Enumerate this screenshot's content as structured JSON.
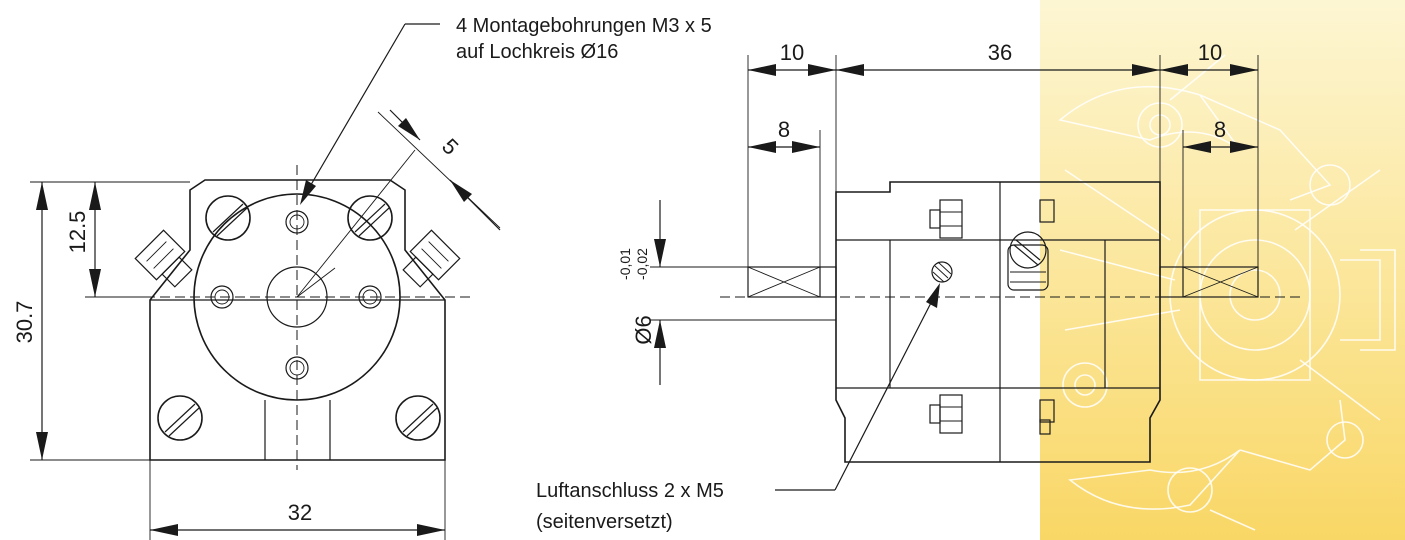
{
  "callouts": {
    "mounting_line1": "4 Montagebohrungen M3 x 5",
    "mounting_line2": "auf Lochkreis Ø16",
    "air_line1": "Luftanschluss 2 x M5",
    "air_line2": "(seitenversetzt)"
  },
  "front_view": {
    "height_total": "30.7",
    "height_upper": "12.5",
    "width_total": "32",
    "offset_diag": "5"
  },
  "side_view": {
    "len_left": "10",
    "len_center": "36",
    "len_right": "10",
    "shaft_left": "8",
    "shaft_right": "8",
    "diameter": "Ø6",
    "tol_upper": "-0,01",
    "tol_lower": "-0,02"
  },
  "colors": {
    "line": "#1a1a1a",
    "background": "#ffffff",
    "accent_top": "#fdf6d3",
    "accent_bottom": "#f9d766"
  }
}
